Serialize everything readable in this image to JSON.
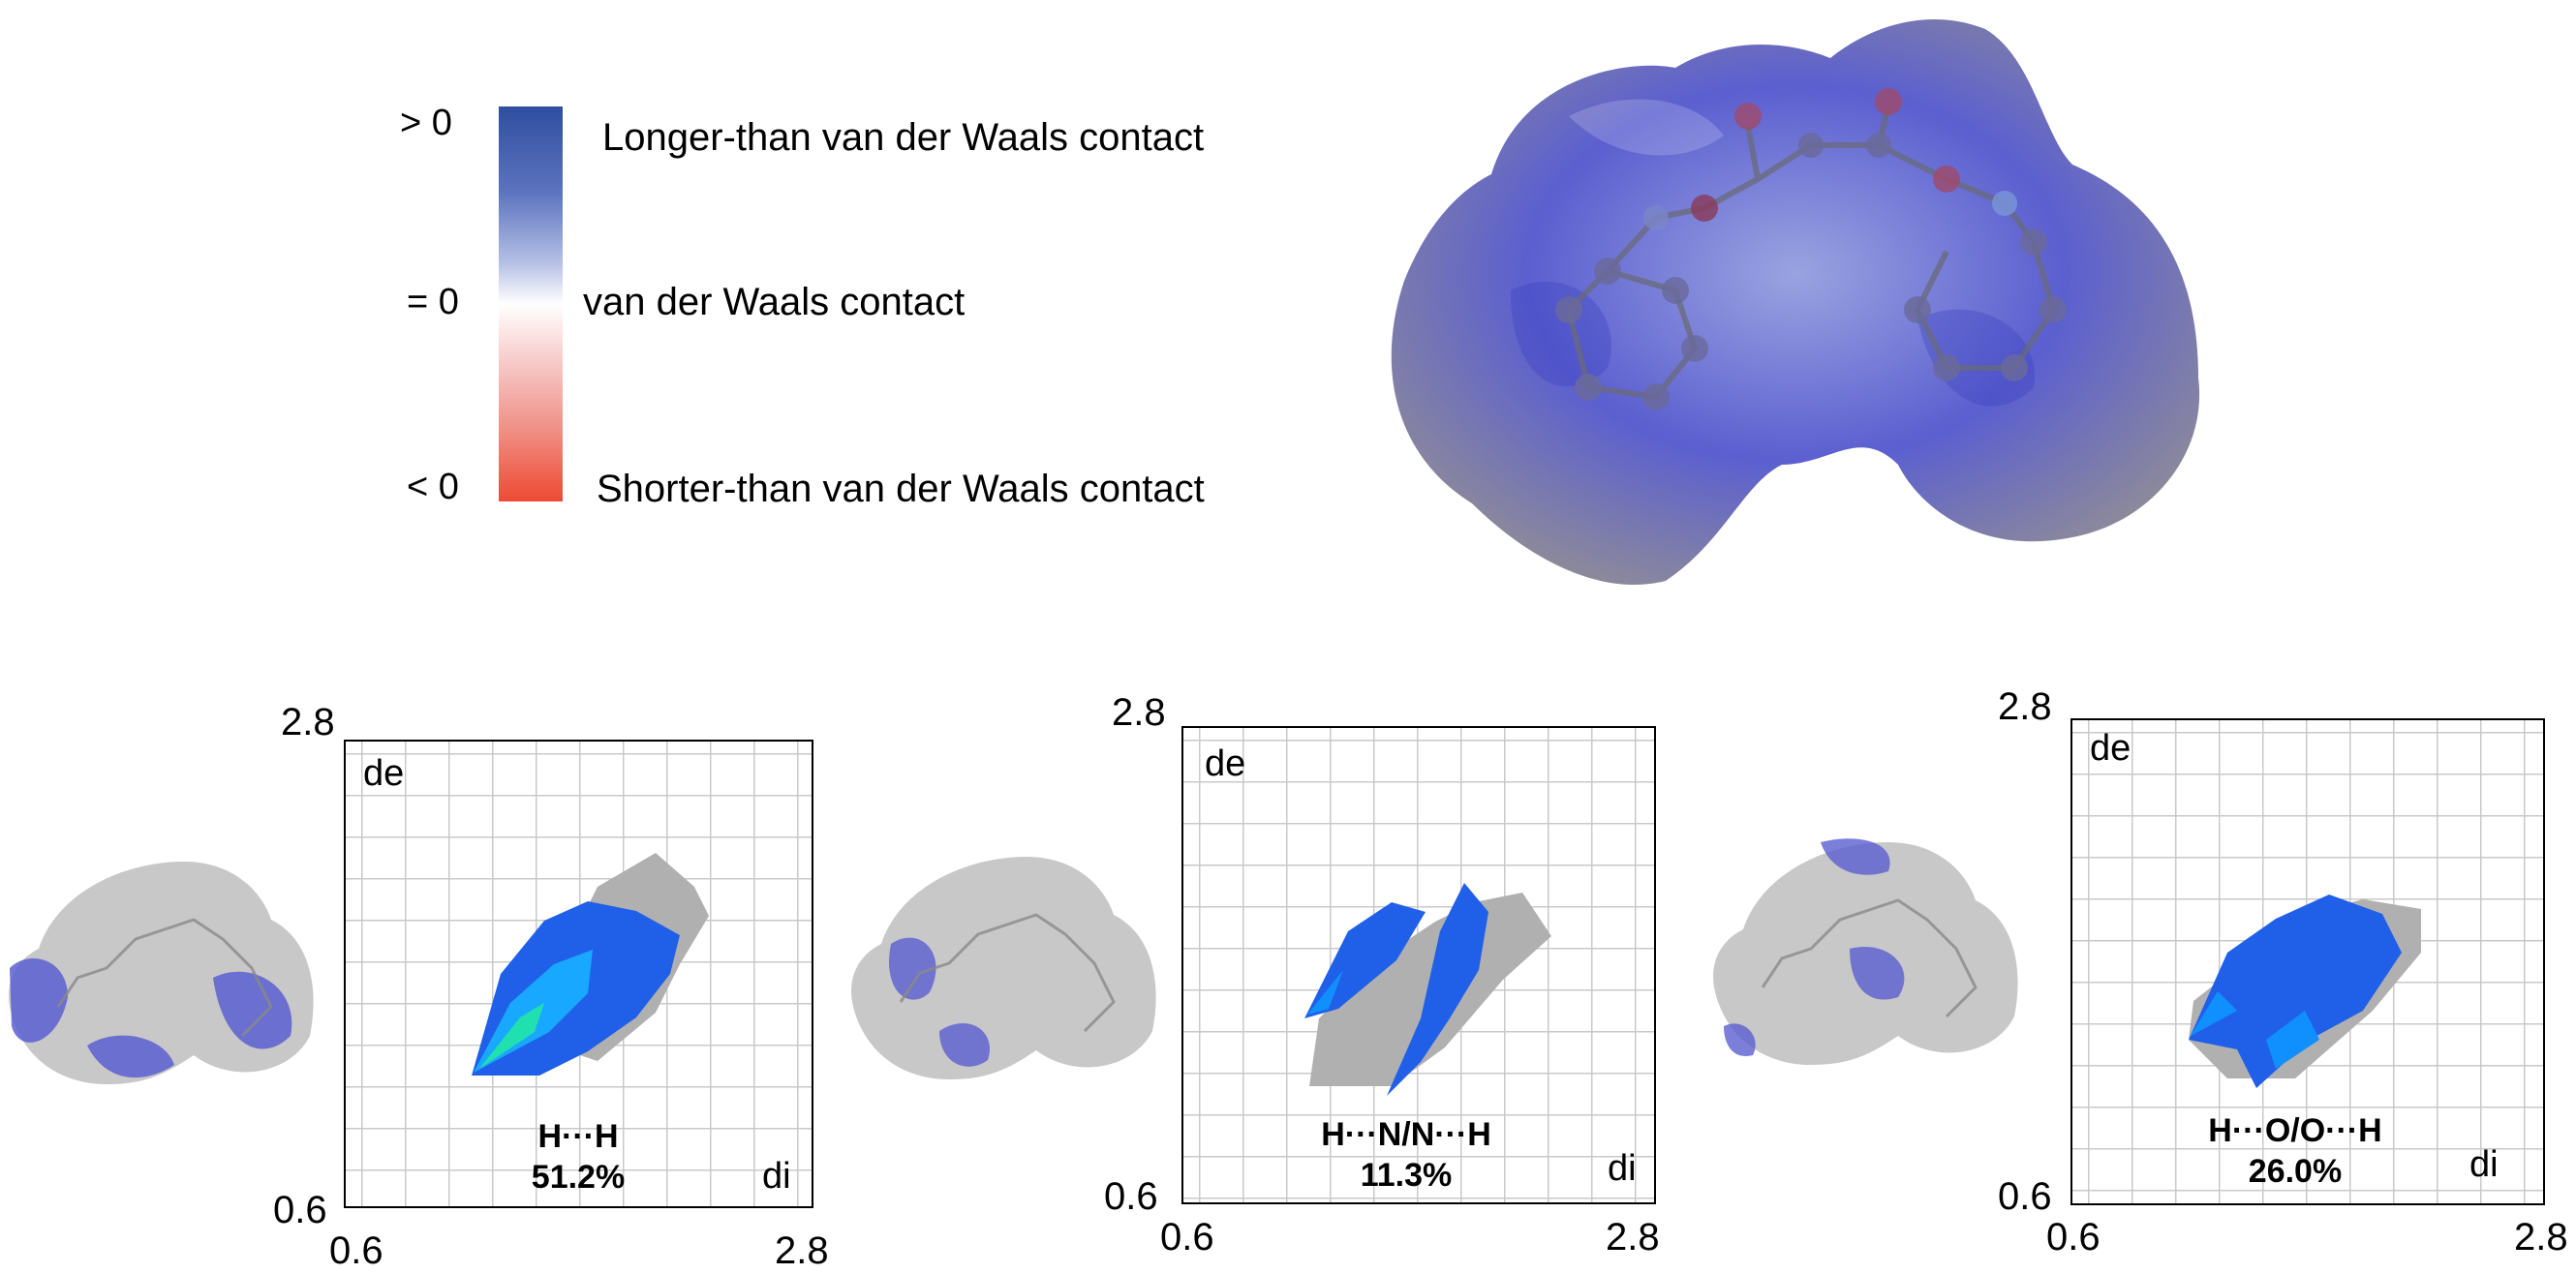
{
  "legend": {
    "ticks": {
      "top": "> 0",
      "mid": "= 0",
      "bottom": "< 0"
    },
    "descriptions": {
      "longer": "Longer-than van der Waals contact",
      "equal": "van der Waals contact",
      "shorter": "Shorter-than van der Waals contact"
    },
    "colors": {
      "longer": "#2f4ea0",
      "equal": "#ffffff",
      "shorter": "#ee4a33"
    }
  },
  "plots": [
    {
      "contact": "H···H",
      "percent": "51.2%",
      "axis_min": "0.6",
      "axis_max": "2.8",
      "y_label": "de",
      "x_label": "di"
    },
    {
      "contact": "H···N/N···H",
      "percent": "11.3%",
      "axis_min": "0.6",
      "axis_max": "2.8",
      "y_label": "de",
      "x_label": "di"
    },
    {
      "contact": "H···O/O···H",
      "percent": "26.0%",
      "axis_min": "0.6",
      "axis_max": "2.8",
      "y_label": "de",
      "x_label": "di"
    }
  ]
}
